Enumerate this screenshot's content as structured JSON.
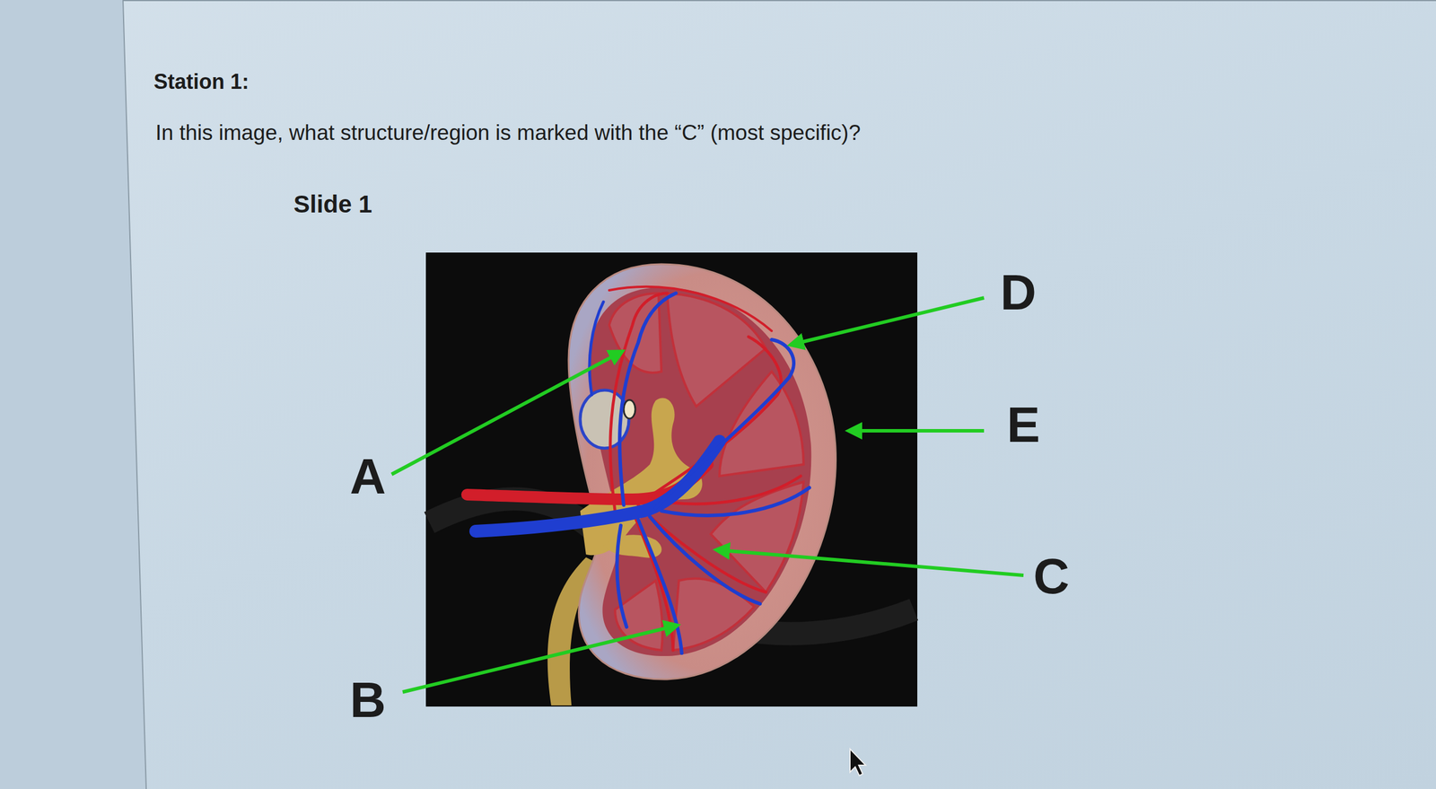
{
  "diagram": {
    "title": "Station 1:",
    "labels": [
      "In this image, what structure/region is marked with the “C” (most specific)?",
      "Slide 1",
      "D",
      "A",
      "E",
      "C",
      "B"
    ]
  }
}
